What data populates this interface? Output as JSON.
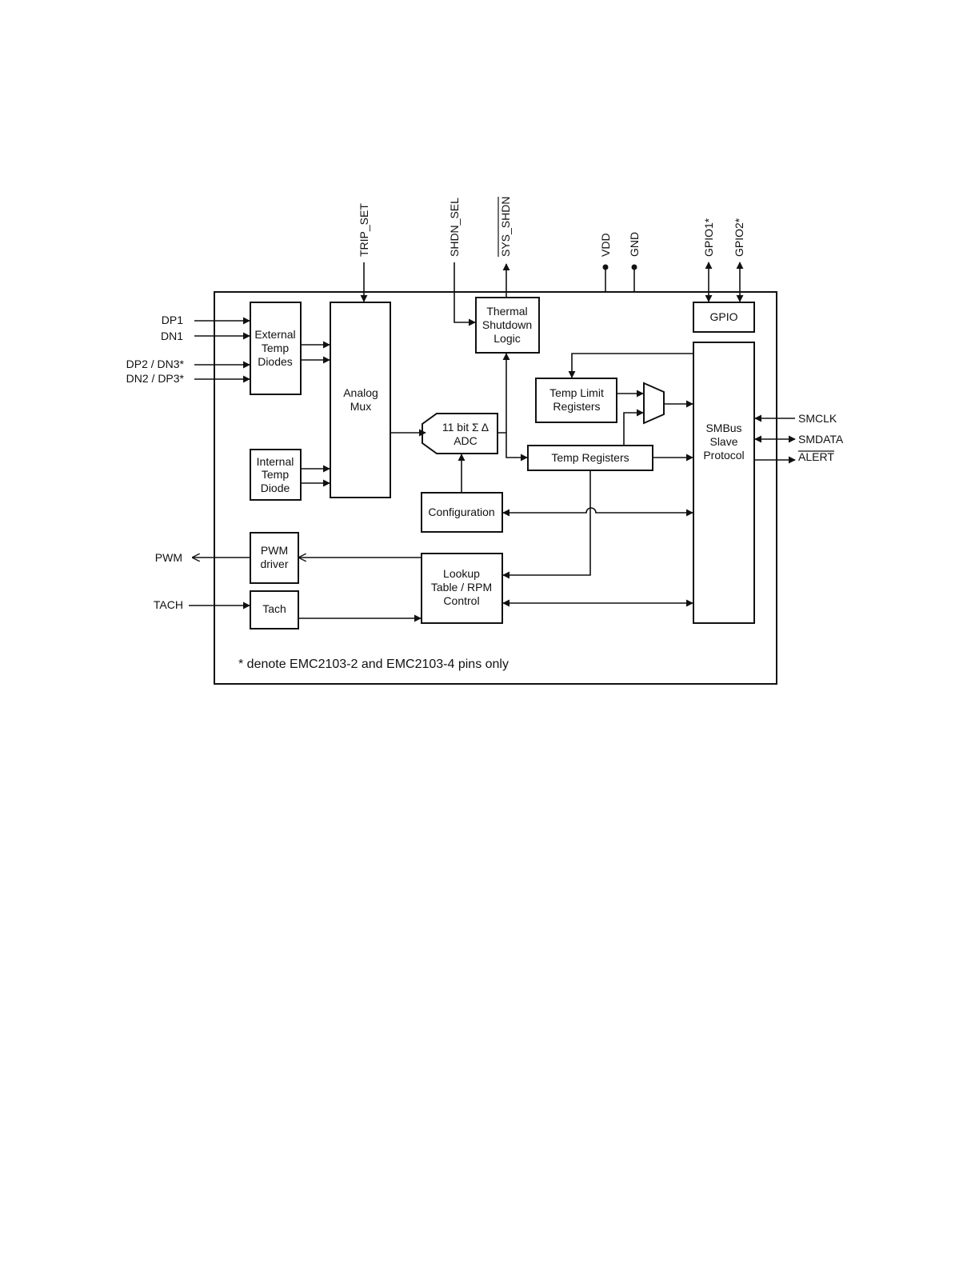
{
  "blocks": {
    "external_temp_diodes": [
      "External",
      "Temp",
      "Diodes"
    ],
    "internal_temp_diode": [
      "Internal",
      "Temp",
      "Diode"
    ],
    "analog_mux": [
      "Analog",
      "Mux"
    ],
    "thermal_shutdown_logic": [
      "Thermal",
      "Shutdown",
      "Logic"
    ],
    "adc": [
      "11 bit Σ Δ",
      "ADC"
    ],
    "temp_limit_registers": [
      "Temp Limit",
      "Registers"
    ],
    "temp_registers": "Temp Registers",
    "configuration": "Configuration",
    "lookup_table": [
      "Lookup",
      "Table / RPM",
      "Control"
    ],
    "pwm_driver": [
      "PWM",
      "driver"
    ],
    "tach": "Tach",
    "gpio": "GPIO",
    "smbus": [
      "SMBus",
      "Slave",
      "Protocol"
    ]
  },
  "pins": {
    "dp1": "DP1",
    "dn1": "DN1",
    "dp2_dn3": "DP2 / DN3*",
    "dn2_dp3": "DN2 / DP3*",
    "pwm": "PWM",
    "tach": "TACH",
    "trip_set": "TRIP_SET",
    "shdn_sel": "SHDN_SEL",
    "sys_shdn": "SYS_SHDN",
    "vdd": "VDD",
    "gnd": "GND",
    "gpio1": "GPIO1*",
    "gpio2": "GPIO2*",
    "smclk": "SMCLK",
    "smdata": "SMDATA",
    "alert": "ALERT"
  },
  "note": "* denote EMC2103-2 and EMC2103-4 pins only"
}
